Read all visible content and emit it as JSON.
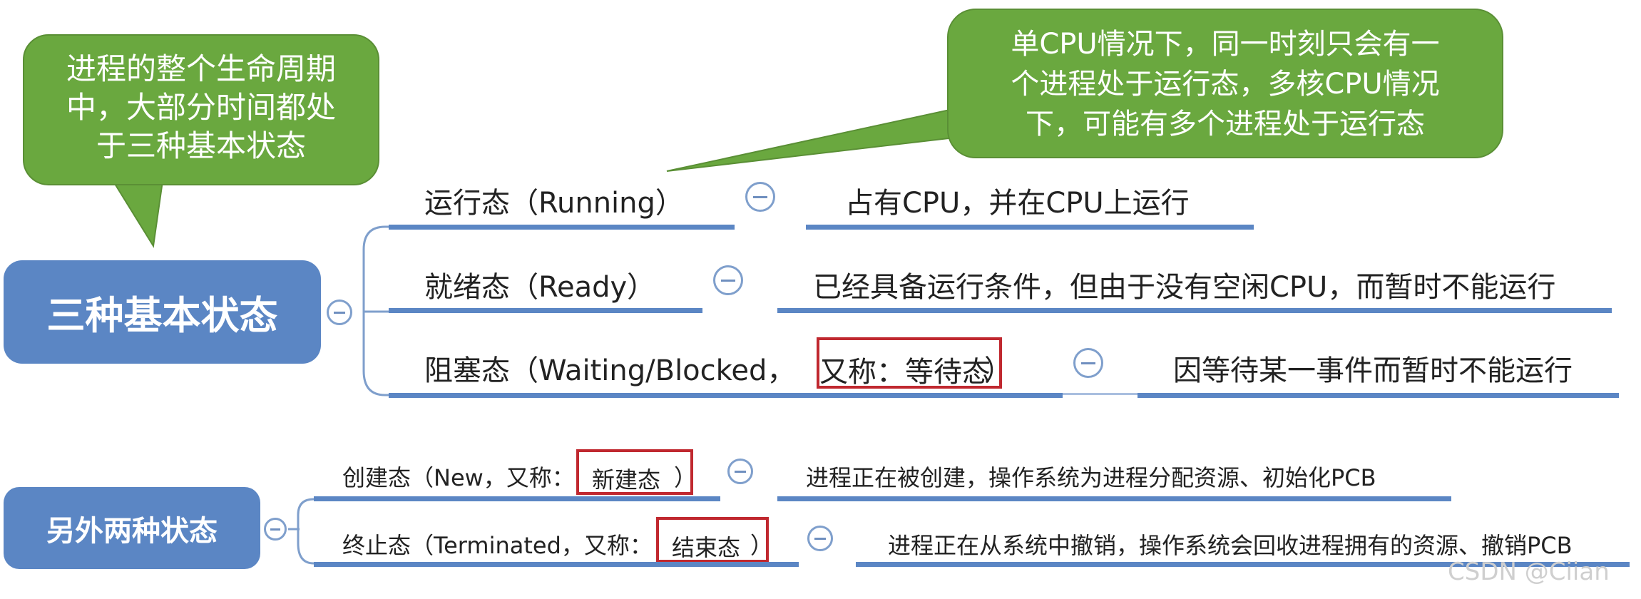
{
  "callouts": {
    "left": {
      "lines": [
        "进程的整个生命周期",
        "中，大部分时间都处",
        "于三种基本状态"
      ],
      "color": "#6aa83f"
    },
    "right": {
      "lines": [
        "单CPU情况下，同一时刻只会有一",
        "个进程处于运行态，多核CPU情况",
        "下，可能有多个进程处于运行态"
      ],
      "color": "#6aa83f"
    }
  },
  "basic_states": {
    "root_label": "三种基本状态",
    "color": "#5b86c4",
    "items": [
      {
        "label": "运行态（Running）",
        "desc": "占有CPU，并在CPU上运行"
      },
      {
        "label": "就绪态（Ready）",
        "desc": "已经具备运行条件，但由于没有空闲CPU，而暂时不能运行"
      },
      {
        "label_pre": "阻塞态（Waiting/Blocked，",
        "alias": "又称：等待态",
        "label_post": "）",
        "desc": "因等待某一事件而暂时不能运行"
      }
    ]
  },
  "other_states": {
    "root_label": "另外两种状态",
    "items": [
      {
        "label_pre": "创建态（New，又称：",
        "alias": "新建态",
        "label_post": "）",
        "desc": "进程正在被创建，操作系统为进程分配资源、初始化PCB"
      },
      {
        "label_pre": "终止态（Terminated，又称：",
        "alias": "结束态",
        "label_post": "）",
        "desc": "进程正在从系统中撤销，操作系统会回收进程拥有的资源、撤销PCB"
      }
    ]
  },
  "highlight_color": "#c0282f",
  "icons": {
    "collapse": "minus-circle-icon"
  },
  "watermark": "CSDN @Ciian"
}
